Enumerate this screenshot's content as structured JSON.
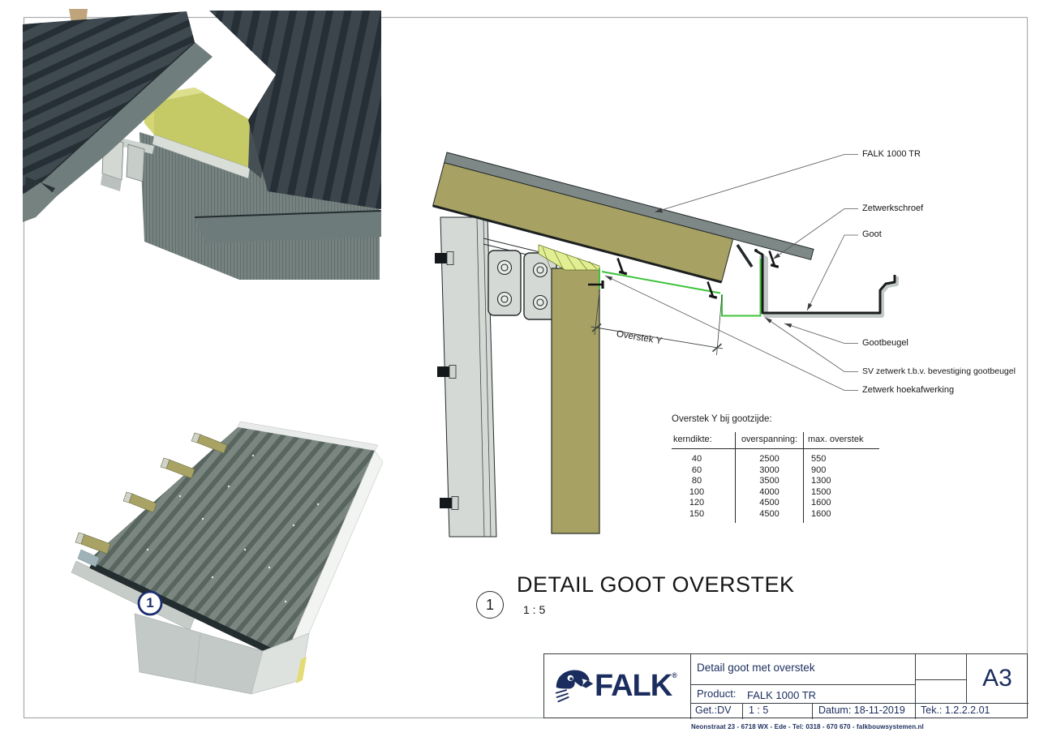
{
  "document": {
    "paper_size": "A3",
    "footer_address": "Neonstraat 23  -  6718 WX  -  Ede  -  Tel: 0318 - 670 670  -  falkbouwsystemen.nl"
  },
  "detail_view": {
    "marker_number": "1",
    "title": "DETAIL GOOT OVERSTEK",
    "scale": "1 : 5"
  },
  "render_callout": {
    "marker_number": "1"
  },
  "drawing_labels": {
    "panel": "FALK 1000 TR",
    "screw": "Zetwerkschroef",
    "gutter": "Goot",
    "gutter_bracket": "Gootbeugel",
    "sv_flashing": "SV zetwerk t.b.v. bevestiging gootbeugel",
    "corner_flashing": "Zetwerk hoekafwerking",
    "dimension": "Overstek Y"
  },
  "overstek_table": {
    "title": "Overstek Y bij gootzijde:",
    "columns": [
      "kerndikte:",
      "overspanning:",
      "max. overstek"
    ],
    "rows": [
      [
        "40",
        "2500",
        "550"
      ],
      [
        "60",
        "3000",
        "900"
      ],
      [
        "80",
        "3500",
        "1300"
      ],
      [
        "100",
        "4000",
        "1500"
      ],
      [
        "120",
        "4500",
        "1600"
      ],
      [
        "150",
        "4500",
        "1600"
      ]
    ]
  },
  "title_block": {
    "brand": "FALK",
    "brand_reg": "®",
    "description": "Detail goot met overstek",
    "product_label": "Product:",
    "product_value": "FALK 1000 TR",
    "drawn_by": "Get.:DV",
    "scale": "1 : 5",
    "date": "Datum: 18-11-2019",
    "drawing_number": "Tek.: 1.2.2.2.01",
    "paper_size": "A3"
  },
  "colors": {
    "brand_navy": "#1b2d5e",
    "flashing_green": "#3fc33c",
    "insulation_olive": "#a7a263",
    "steel_sheet_gray": "#7d8887",
    "panel_dark": "#3b454b",
    "frame_gray": "#a8adad"
  }
}
